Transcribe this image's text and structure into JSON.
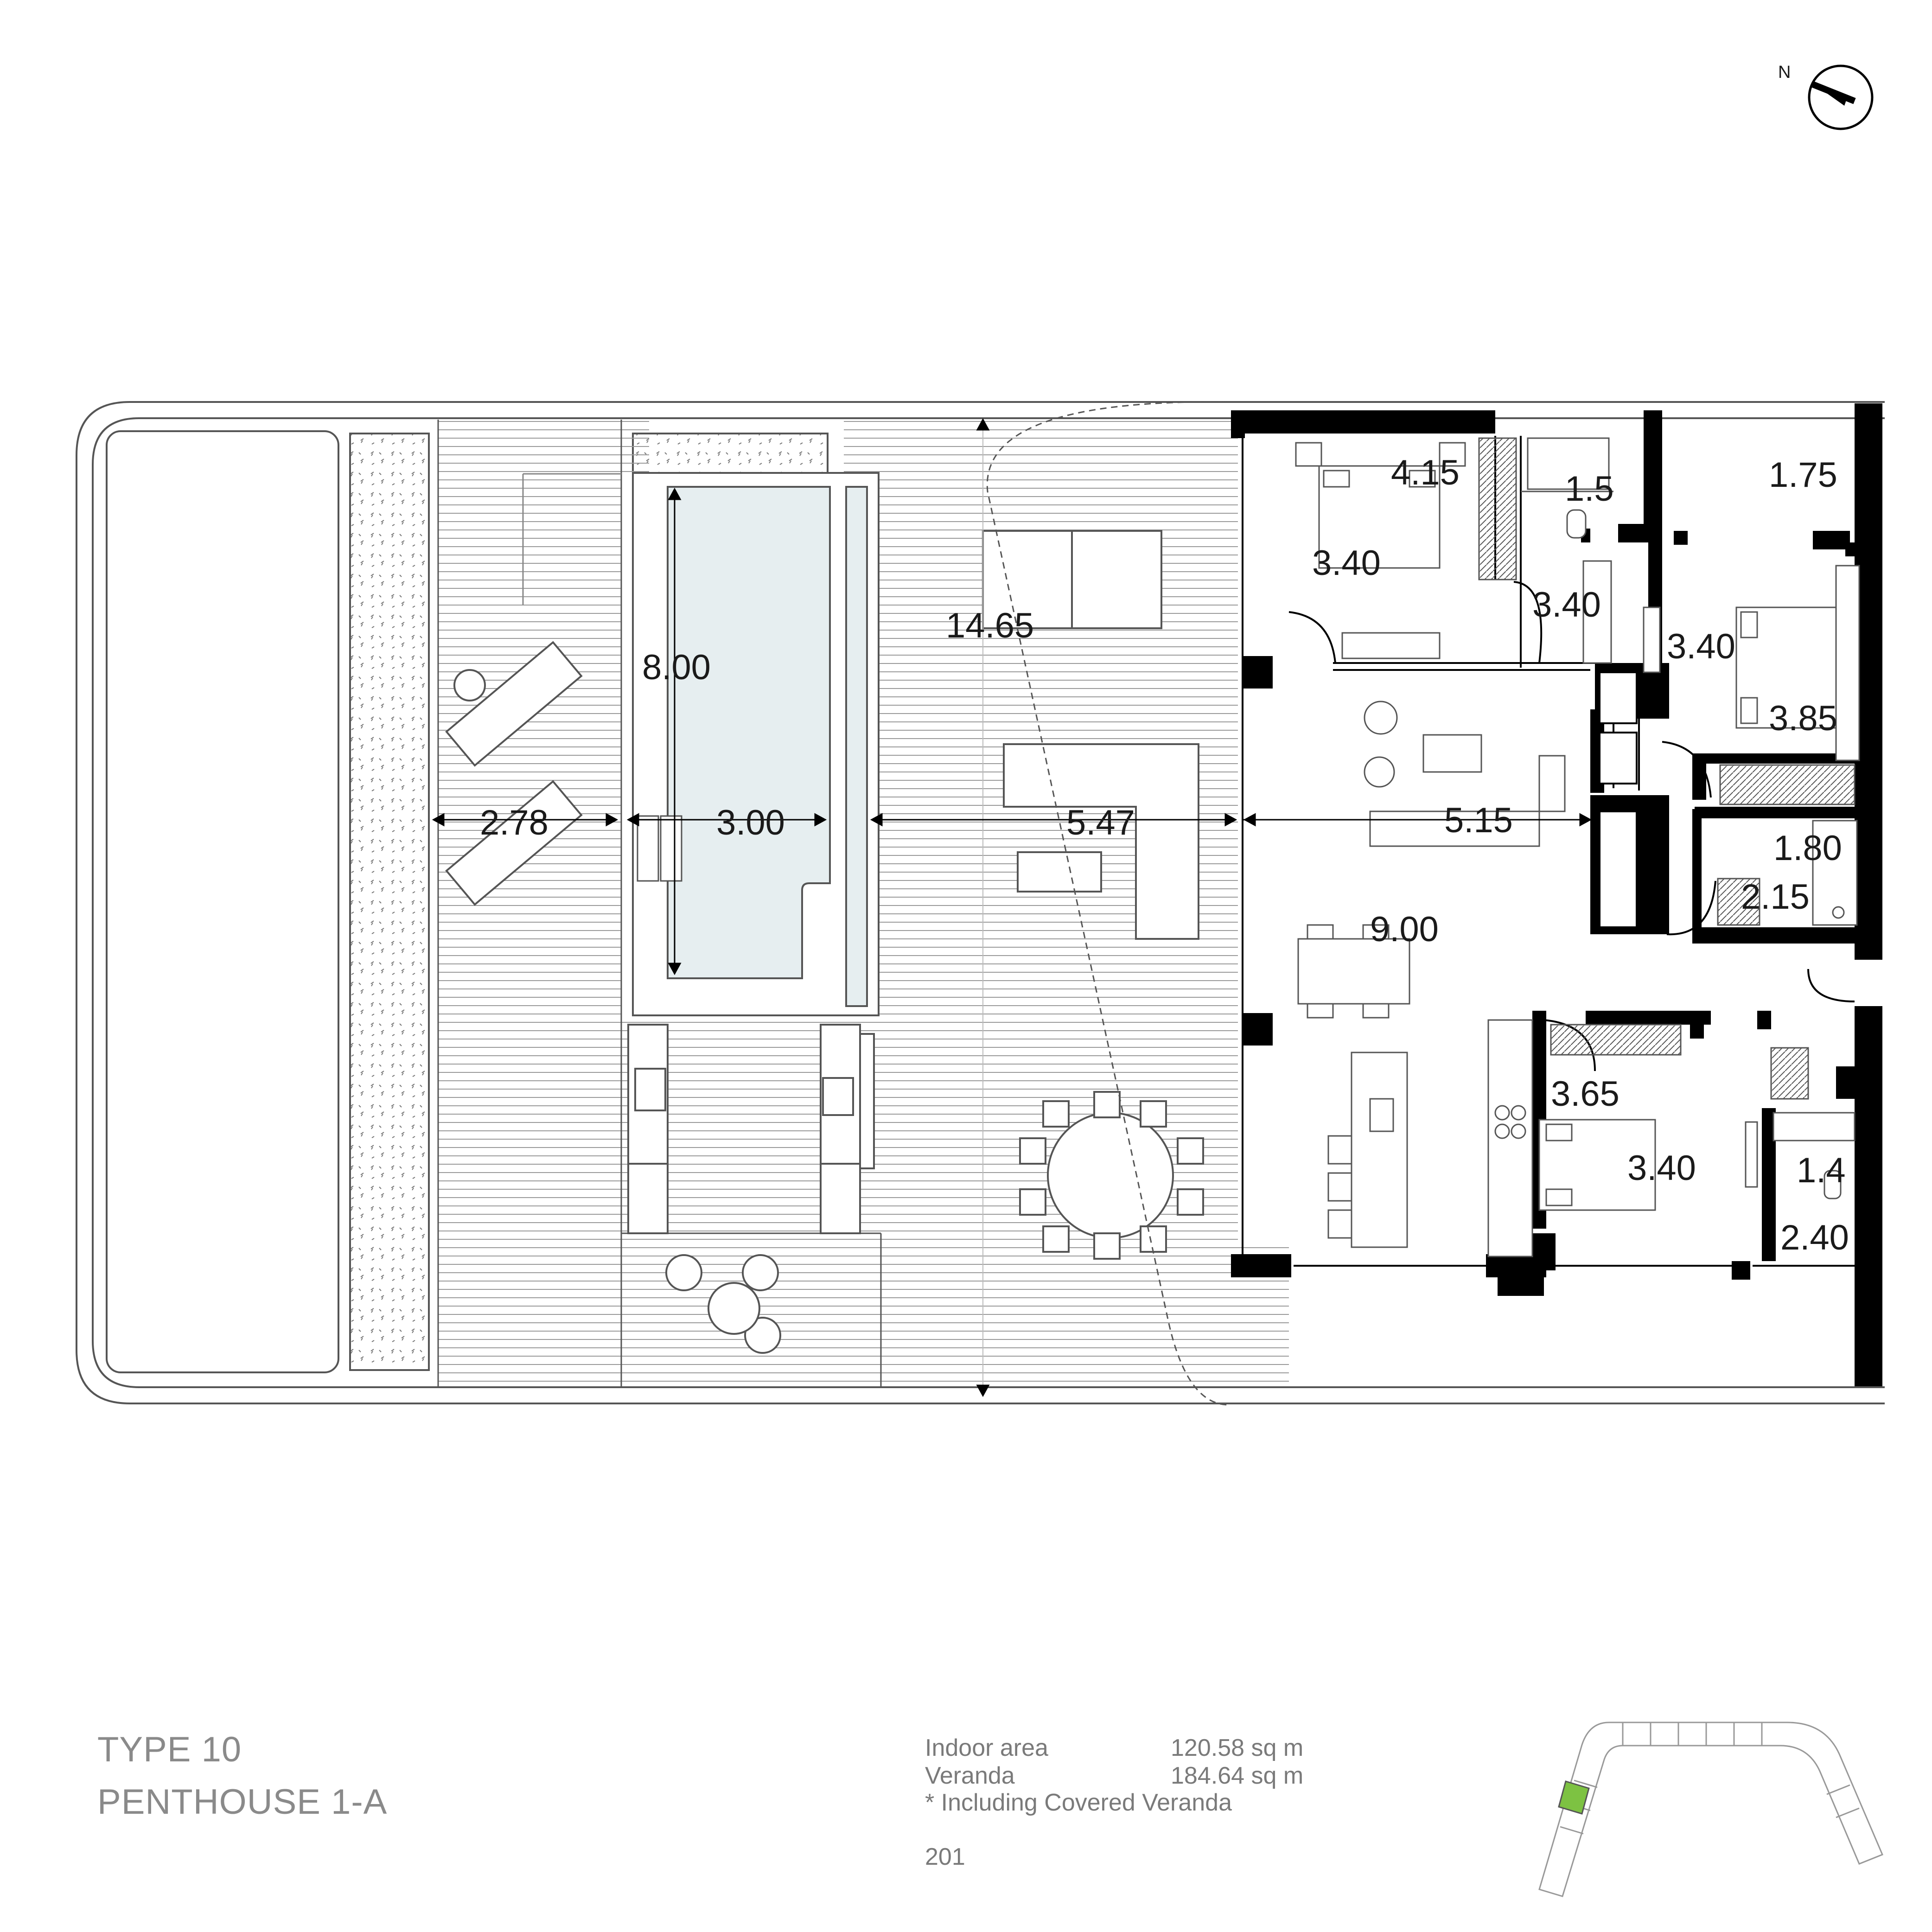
{
  "compass": {
    "label": "N"
  },
  "dimensions": {
    "bed1_width": "4.15",
    "bath1_width": "1.5",
    "terrace_width": "1.75",
    "bed1_depth": "3.40",
    "bath1_depth": "3.40",
    "bed2_width": "3.40",
    "bed2_depth": "3.85",
    "pool_length": "8.00",
    "deck_length": "14.65",
    "pool_side_deck": "2.78",
    "pool_width": "3.00",
    "lounge_width": "5.47",
    "living_width": "5.15",
    "laundry_depth": "1.80",
    "laundry_width": "2.15",
    "living_depth": "9.00",
    "bed3_width": "3.65",
    "bed3_depth": "3.40",
    "bath3_width": "1.4",
    "bath3_depth": "2.40"
  },
  "unit": {
    "type": "TYPE 10",
    "name": "PENTHOUSE 1-A"
  },
  "areas": {
    "indoor_label": "Indoor area",
    "indoor_value": "120.58 sq m",
    "veranda_label": "Veranda",
    "veranda_value": "184.64 sq m",
    "note": "* Including Covered Veranda",
    "page_number": "201"
  },
  "colors": {
    "wall": "#000000",
    "pool_water": "#e6eef0",
    "highlight_unit": "#7dc242",
    "hatch": "#9a9a9a"
  }
}
